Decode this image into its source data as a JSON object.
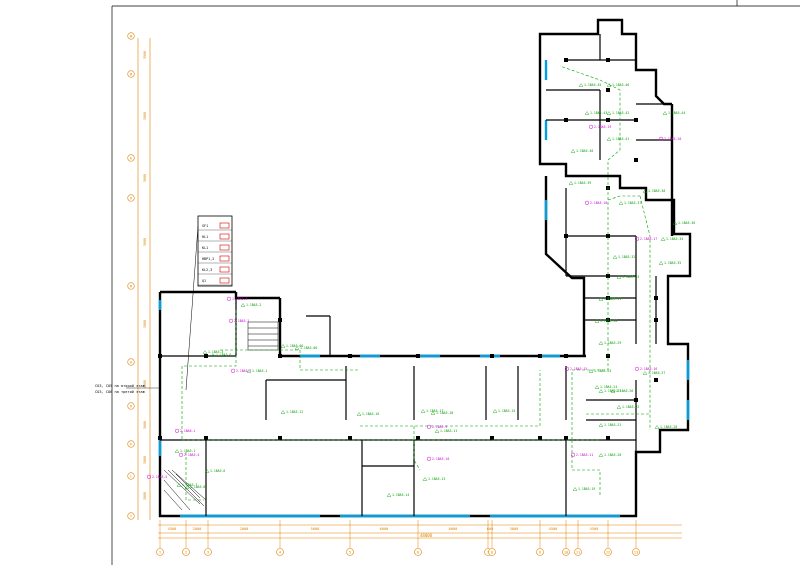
{
  "colors": {
    "wall": "#000000",
    "cable": "#00a000",
    "magenta": "#d000d0",
    "dim": "#e08000",
    "window": "#00a0e0",
    "frame": "#000000"
  },
  "legend": {
    "rows": [
      "SF1",
      "HL1",
      "KL1",
      "HBP1,2",
      "KL2,3",
      "Q1"
    ]
  },
  "stair_note": {
    "line1": "СО3, СО5 на второй этаж",
    "line2": "СО3, СО6 на третий этаж"
  },
  "dims_bottom": [
    "4500",
    "2000",
    "2000",
    "5000",
    "6000",
    "6000",
    "600",
    "3000",
    "4500",
    "4500"
  ],
  "dim_total_bottom": "48000",
  "dims_left": [
    "3900",
    "3000",
    "3000",
    "3000",
    "3000",
    "4000",
    "3000",
    "3000",
    "3000"
  ],
  "axis_bottom": [
    "1",
    "2",
    "3",
    "4",
    "5",
    "6",
    "7",
    "8",
    "9",
    "10",
    "11",
    "12",
    "13"
  ],
  "axis_left": [
    "Ж",
    "И",
    "К",
    "Л",
    "М",
    "Н",
    "П",
    "Р",
    "С",
    "Т",
    "У"
  ],
  "labels": [
    {
      "t": "1.1ВА5.00",
      "c": "g"
    },
    {
      "t": "1.1ВА5.00",
      "c": "g"
    },
    {
      "t": "1.1ВА5.4",
      "c": "m"
    },
    {
      "t": "2.1ВА5.7",
      "c": "m"
    },
    {
      "t": "1.1ВА5.3",
      "c": "g"
    },
    {
      "t": "1.1ВА5.2",
      "c": "g"
    },
    {
      "t": "1.1ВА5.1",
      "c": "g"
    },
    {
      "t": "2.1ВА5.2",
      "c": "m"
    },
    {
      "t": "1.1ВА5.0",
      "c": "g"
    },
    {
      "t": "2.1ВА6.1",
      "c": "m"
    },
    {
      "t": "1.1ВА5.1",
      "c": "g"
    },
    {
      "t": "1.1ВА5.6",
      "c": "g"
    },
    {
      "t": "2.1ВА5.4",
      "c": "m"
    },
    {
      "t": "2.1ВА5.5",
      "c": "m"
    },
    {
      "t": "1.1ВА5.7",
      "c": "g"
    },
    {
      "t": "1.1ВА5.8",
      "c": "g"
    },
    {
      "t": "1.1ВА5.12",
      "c": "g"
    },
    {
      "t": "1.1ВА5.16",
      "c": "g"
    },
    {
      "t": "1.1ВА5.17",
      "c": "g"
    },
    {
      "t": "1.1ВА5.18",
      "c": "g"
    },
    {
      "t": "2.1ВА5.9",
      "c": "m"
    },
    {
      "t": "1.1ВА5.15",
      "c": "g"
    },
    {
      "t": "2.1ВА5.10",
      "c": "m"
    },
    {
      "t": "1.1ВА5.13",
      "c": "g"
    },
    {
      "t": "1.1ВА5.14",
      "c": "g"
    },
    {
      "t": "1.1ВА5.11",
      "c": "g"
    },
    {
      "t": "2.1ВА5.11",
      "c": "m"
    },
    {
      "t": "1.1ВА5.19",
      "c": "g"
    },
    {
      "t": "1.1ВА5.20",
      "c": "g"
    },
    {
      "t": "1.1ВА5.21",
      "c": "g"
    },
    {
      "t": "1.1ВА5.22",
      "c": "g"
    },
    {
      "t": "1.1ВА5.23",
      "c": "g"
    },
    {
      "t": "1.1ВА5.24",
      "c": "g"
    },
    {
      "t": "2.1ВА5.15",
      "c": "m"
    },
    {
      "t": "1.1ВА5.25",
      "c": "g"
    },
    {
      "t": "1.1ВА5.26",
      "c": "g"
    },
    {
      "t": "1.1ВА5.27",
      "c": "g"
    },
    {
      "t": "2.1ВА5.16",
      "c": "m"
    },
    {
      "t": "1.1ВА5.28",
      "c": "g"
    },
    {
      "t": "1.1ВА5.29",
      "c": "g"
    },
    {
      "t": "1.1ВА5.30",
      "c": "g"
    },
    {
      "t": "1.1ВА5.31",
      "c": "g"
    },
    {
      "t": "1.1ВА5.32",
      "c": "g"
    },
    {
      "t": "1.1ВА5.33",
      "c": "g"
    },
    {
      "t": "2.1ВА5.17",
      "c": "m"
    },
    {
      "t": "1.1ВА5.34",
      "c": "g"
    },
    {
      "t": "1.1ВА5.35",
      "c": "g"
    },
    {
      "t": "1.1ВА5.36",
      "c": "g"
    },
    {
      "t": "2.1ВА5.18",
      "c": "m"
    },
    {
      "t": "1.1ВА5.37",
      "c": "g"
    },
    {
      "t": "1.1ВА5.38",
      "c": "g"
    },
    {
      "t": "1.1ВА5.39",
      "c": "g"
    },
    {
      "t": "1.1ВА5.40",
      "c": "g"
    },
    {
      "t": "1.1ВА5.41",
      "c": "g"
    },
    {
      "t": "2.1ВА5.19",
      "c": "m"
    },
    {
      "t": "1.1ВА5.42",
      "c": "g"
    },
    {
      "t": "1.1ВА5.43",
      "c": "g"
    },
    {
      "t": "1.1ВА5.44",
      "c": "g"
    },
    {
      "t": "2.1ВА5.20",
      "c": "m"
    },
    {
      "t": "1.1ВА5.45",
      "c": "g"
    },
    {
      "t": "1.1ВА5.46",
      "c": "g"
    }
  ]
}
